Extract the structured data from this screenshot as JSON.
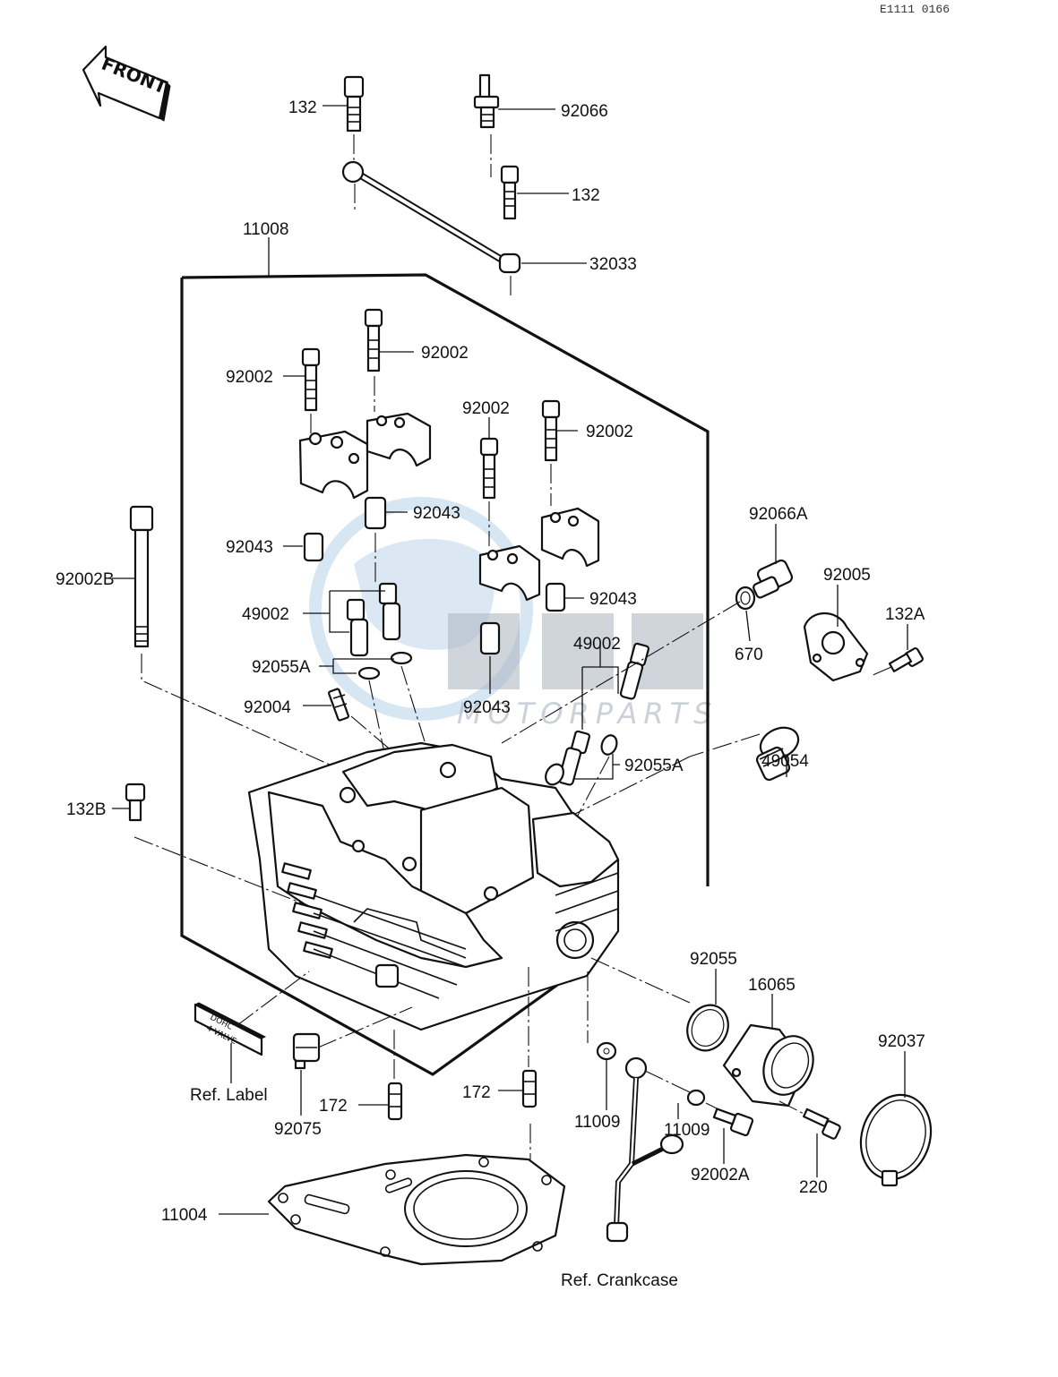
{
  "diagram_code": "E1111 0166",
  "front_arrow_label": "FRONT",
  "watermark": {
    "logo": "osm",
    "text": "MOTORPARTS"
  },
  "parts": {
    "p132_top": "132",
    "p92066": "92066",
    "p132_right": "132",
    "p11008": "11008",
    "p32033": "32033",
    "p92002_a": "92002",
    "p92002_b": "92002",
    "p92002_c": "92002",
    "p92002_d": "92002",
    "p92043_a": "92043",
    "p92043_b": "92043",
    "p92043_c": "92043",
    "p92043_d": "92043",
    "p92002B": "92002B",
    "p49002_a": "49002",
    "p92055A_a": "92055A",
    "p92004": "92004",
    "p49002_b": "49002",
    "p92055A_b": "92055A",
    "p92066A": "92066A",
    "p92005": "92005",
    "p132A": "132A",
    "p670": "670",
    "p49054": "49054",
    "p132B": "132B",
    "p92055": "92055",
    "p16065": "16065",
    "p92037": "92037",
    "ref_label": "Ref. Label",
    "p92075": "92075",
    "p172_a": "172",
    "p172_b": "172",
    "p11009_a": "11009",
    "p11009_b": "11009",
    "p92002A": "92002A",
    "p220": "220",
    "p11004": "11004",
    "ref_crankcase": "Ref. Crankcase"
  },
  "nameplate": {
    "line1": "DOHC",
    "line2": "4-VALVE"
  }
}
